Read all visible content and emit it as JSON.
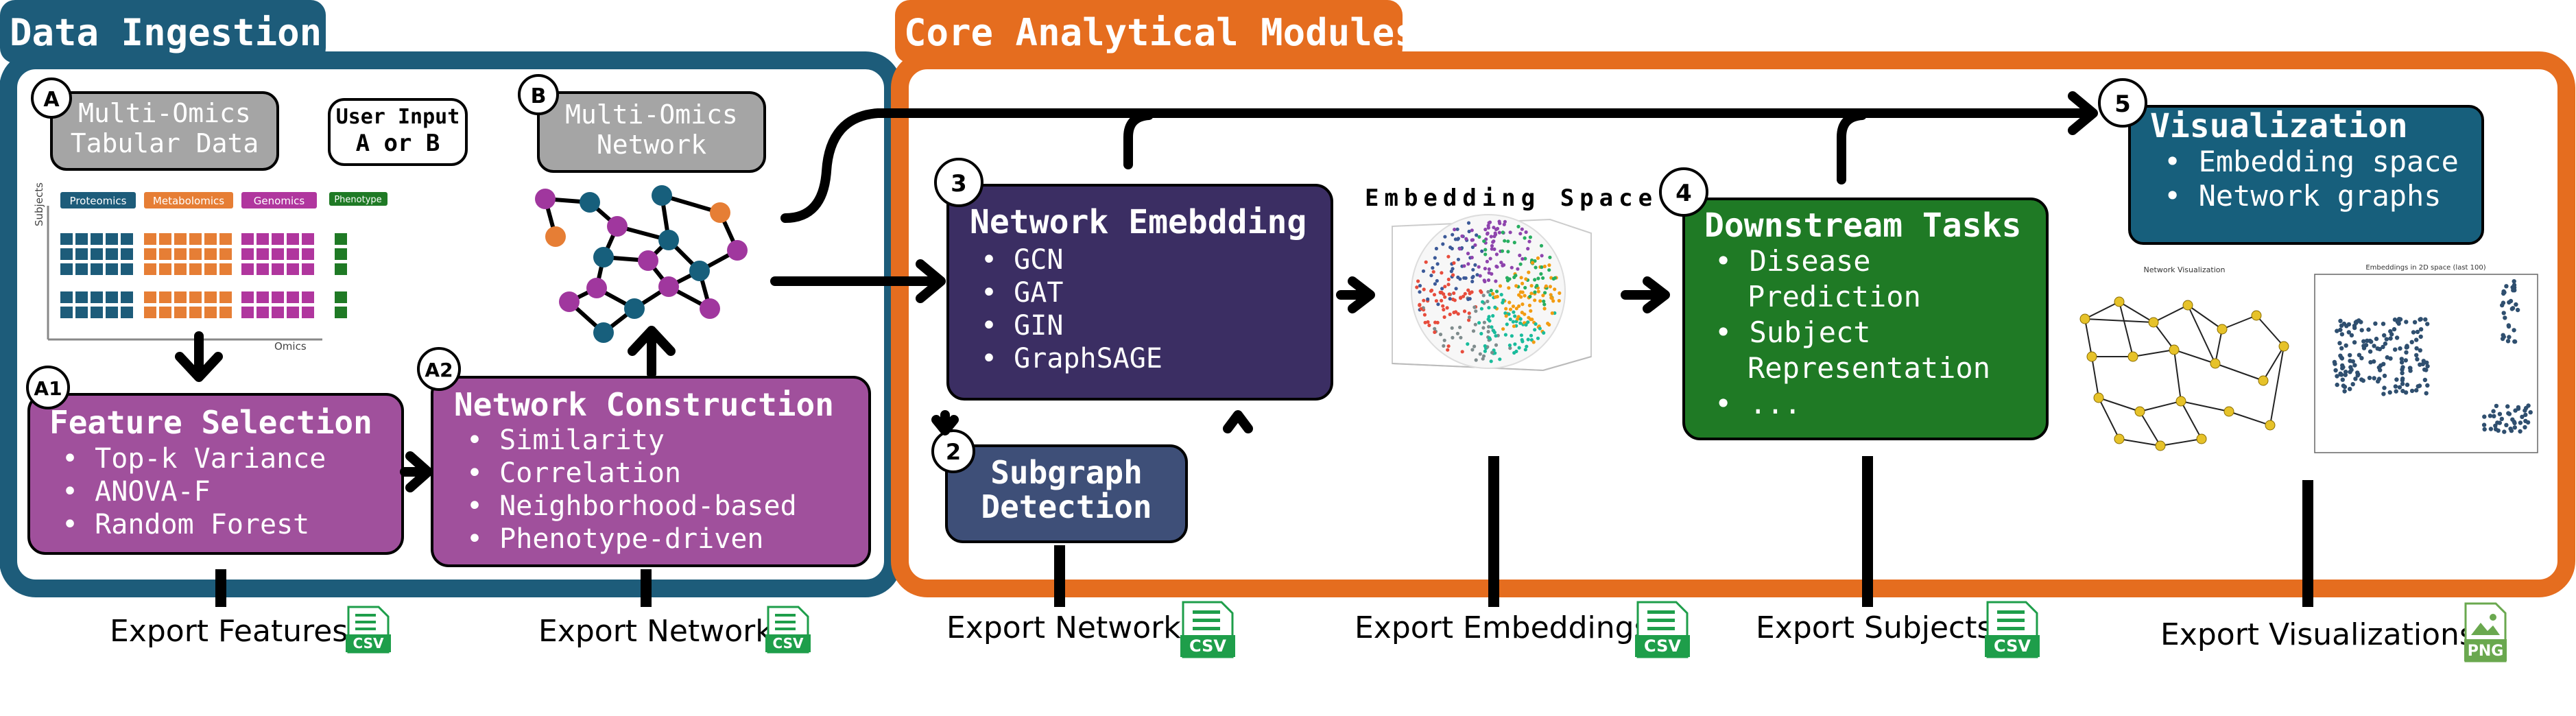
{
  "sections": {
    "ingestion_title": "Data Ingestion",
    "core_title": "Core Analytical Modules"
  },
  "colors": {
    "ingestion": "#1d5c7a",
    "core": "#e56d1f",
    "purple": "#a0509c",
    "navy": "#3b2e63",
    "slate": "#3e4f78",
    "green": "#1f7a25",
    "teal": "#175f7c",
    "gray": "#a5a5a5",
    "proteomics": "#1d5c7a",
    "metabolomics": "#e67e35",
    "genomics": "#b0369e",
    "phenotype": "#1f7a25",
    "csv_green": "#1e9e4a"
  },
  "nodes": {
    "A": {
      "badge": "A",
      "title_line1": "Multi-Omics",
      "title_line2": "Tabular Data",
      "legend": [
        "Proteomics",
        "Metabolomics",
        "Genomics",
        "Phenotype"
      ],
      "y_axis": "Subjects",
      "x_axis": "Omics"
    },
    "user_input": {
      "line1": "User Input",
      "line2": "A or B"
    },
    "B": {
      "badge": "B",
      "title_line1": "Multi-Omics",
      "title_line2": "Network"
    },
    "A1": {
      "badge": "A1",
      "title": "Feature Selection",
      "bullets": [
        "Top-k Variance",
        "ANOVA-F",
        "Random Forest"
      ]
    },
    "A2": {
      "badge": "A2",
      "title": "Network Construction",
      "bullets": [
        "Similarity",
        "Correlation",
        "Neighborhood-based",
        "Phenotype-driven"
      ]
    },
    "n3": {
      "badge": "3",
      "title": "Network Emebdding",
      "bullets": [
        "GCN",
        "GAT",
        "GIN",
        "GraphSAGE"
      ]
    },
    "n2": {
      "badge": "2",
      "line1": "Subgraph",
      "line2": "Detection"
    },
    "embedding_space": {
      "title": "Embedding Space"
    },
    "n4": {
      "badge": "4",
      "title": "Downstream Tasks",
      "bullets": [
        "Disease",
        "Prediction",
        "Subject",
        "Representation",
        "..."
      ]
    },
    "n5": {
      "badge": "5",
      "title": "Visualization",
      "bullets": [
        "Embedding space",
        "Network graphs"
      ],
      "thumb1_title": "Network Visualization",
      "thumb2_title": "Embeddings in 2D space (last 100)"
    }
  },
  "exports": [
    {
      "label": "Export Features",
      "icon": "csv-file-icon",
      "icon_text": "CSV"
    },
    {
      "label": "Export Network",
      "icon": "csv-file-icon",
      "icon_text": "CSV"
    },
    {
      "label": "Export Network",
      "icon": "csv-file-icon",
      "icon_text": "CSV"
    },
    {
      "label": "Export Embeddings",
      "icon": "csv-file-icon",
      "icon_text": "CSV"
    },
    {
      "label": "Export Subjects",
      "icon": "csv-file-icon",
      "icon_text": "CSV"
    },
    {
      "label": "Export Visualizations",
      "icon": "png-file-icon",
      "icon_text": "PNG"
    }
  ]
}
